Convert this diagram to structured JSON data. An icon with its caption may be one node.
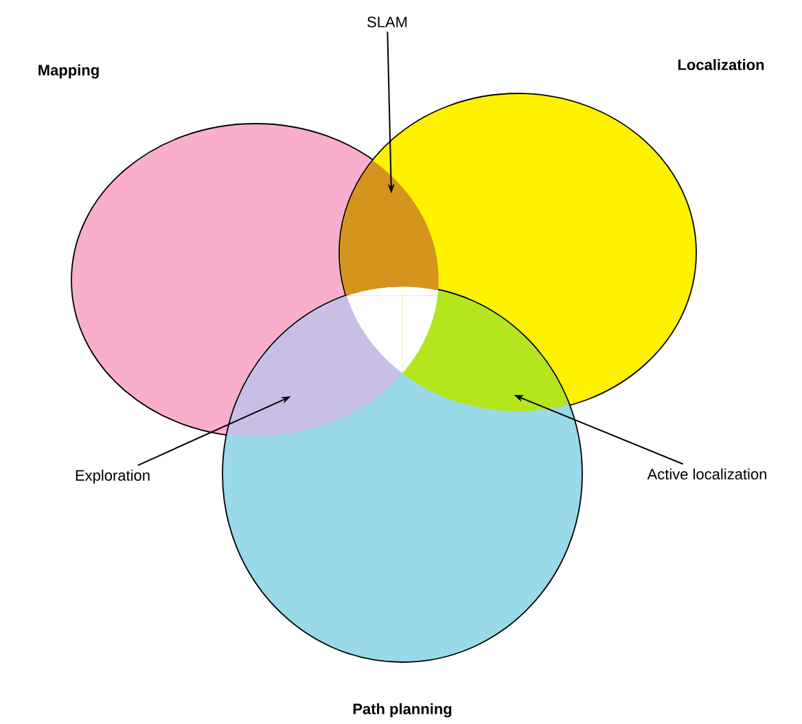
{
  "diagram": {
    "nodes": [
      {
        "text": [
          "Mapping"
        ]
      },
      {
        "text": [
          "Localization"
        ]
      },
      {
        "text": [
          "Path planning"
        ]
      },
      {
        "text": [
          "SLAM"
        ]
      },
      {
        "text": [],
        "shape": "lens"
      },
      {
        "text": [
          "Exploration"
        ]
      },
      {
        "text": [],
        "shape": "lens"
      },
      {
        "text": [
          "Active localization"
        ]
      },
      {
        "text": [],
        "shape": "lens"
      }
    ],
    "edges": [
      {
        "from": 3,
        "to": 4,
        "arrow": "to"
      },
      {
        "from": 5,
        "to": 6,
        "arrow": "to"
      },
      {
        "from": 7,
        "to": 8,
        "arrow": "to"
      }
    ]
  }
}
